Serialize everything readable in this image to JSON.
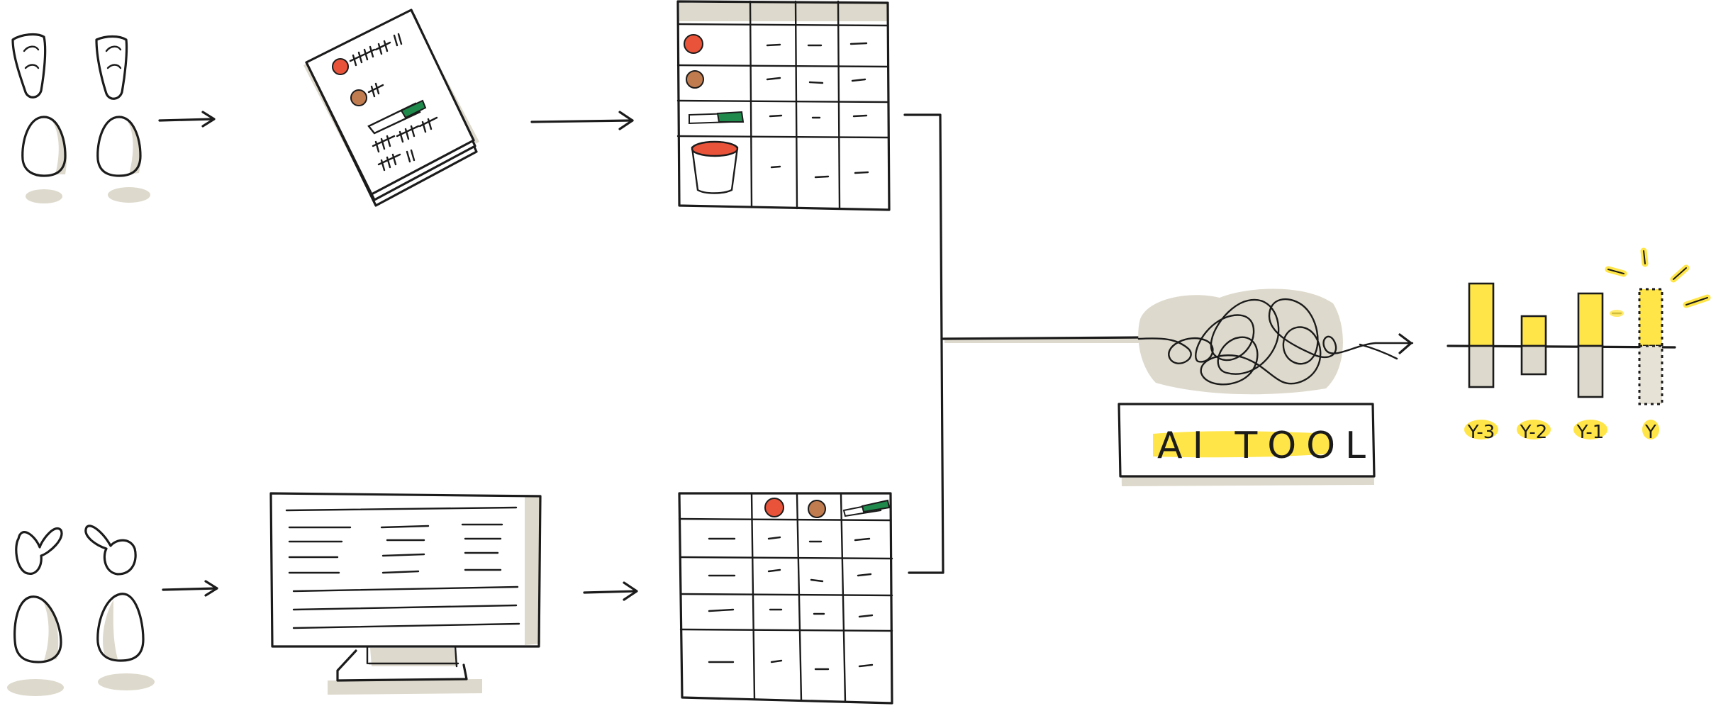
{
  "colors": {
    "ink": "#1b1b1b",
    "shade": "#ddd9cc",
    "highlight": "#ffe547",
    "red": "#e8533a",
    "brown": "#c07b4f",
    "green": "#1f8a4c"
  },
  "ai_tool": {
    "label": "AI TOOL"
  },
  "chart_data": {
    "type": "bar",
    "categories": [
      "Y-3",
      "Y-2",
      "Y-1",
      "Y"
    ],
    "highlighted_category": "Y"
  }
}
